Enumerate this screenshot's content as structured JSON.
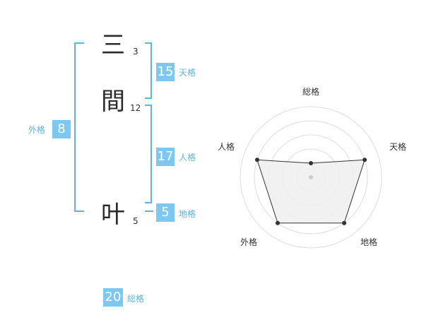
{
  "name": {
    "chars": [
      "三",
      "間",
      "叶"
    ],
    "strokes": [
      "3",
      "12",
      "5"
    ]
  },
  "fortune": {
    "tenkaku": {
      "value": "15",
      "label": "天格"
    },
    "jinkaku": {
      "value": "17",
      "label": "人格"
    },
    "chikaku": {
      "value": "5",
      "label": "地格"
    },
    "gaikaku": {
      "value": "8",
      "label": "外格"
    },
    "soukaku": {
      "value": "20",
      "label": "総格"
    }
  },
  "colors": {
    "accent": "#7cc8f2",
    "bracket": "#5bb4e8",
    "grid": "#dddddd",
    "fill": "#eeeeee",
    "line": "#333333"
  },
  "chart_data": {
    "type": "radar",
    "categories": [
      "総格",
      "天格",
      "地格",
      "外格",
      "人格"
    ],
    "values": [
      1,
      4,
      4,
      4,
      4
    ],
    "rlim": [
      0,
      5
    ],
    "grid": true
  }
}
